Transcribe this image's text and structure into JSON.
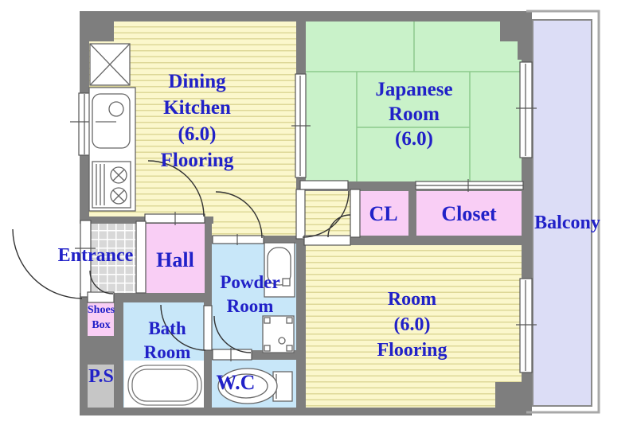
{
  "plan_title": "apartment-floor-plan",
  "colors": {
    "wall": "#7e7e7e",
    "flooring": "#fbf7cc",
    "flooring_stripe": "#ded898",
    "tatami": "#c9f2c9",
    "tatami_line": "#8cc98c",
    "pink": "#f9cef5",
    "water_blue": "#c8e7f9",
    "balcony": "#dcddf6",
    "ps_gray": "#c6c6c6",
    "tile_gray": "#d8d8d8",
    "label_blue": "#2121c8"
  },
  "rooms": {
    "dining_kitchen": {
      "lines": [
        "Dining",
        "Kitchen",
        "(6.0)",
        "Flooring"
      ]
    },
    "japanese_room": {
      "lines": [
        "Japanese",
        "Room",
        "(6.0)"
      ]
    },
    "cl": {
      "label": "CL"
    },
    "closet": {
      "label": "Closet"
    },
    "balcony": {
      "label": "Balcony"
    },
    "entrance": {
      "label": "Entrance"
    },
    "hall": {
      "label": "Hall"
    },
    "powder_room": {
      "lines": [
        "Powder",
        "Room"
      ]
    },
    "shoes_box": {
      "lines": [
        "Shoes",
        "Box"
      ]
    },
    "bath_room": {
      "lines": [
        "Bath",
        "Room"
      ]
    },
    "ps": {
      "label": "P.S"
    },
    "wc": {
      "label": "W.C"
    },
    "room": {
      "lines": [
        "Room",
        "(6.0)",
        "Flooring"
      ]
    }
  }
}
